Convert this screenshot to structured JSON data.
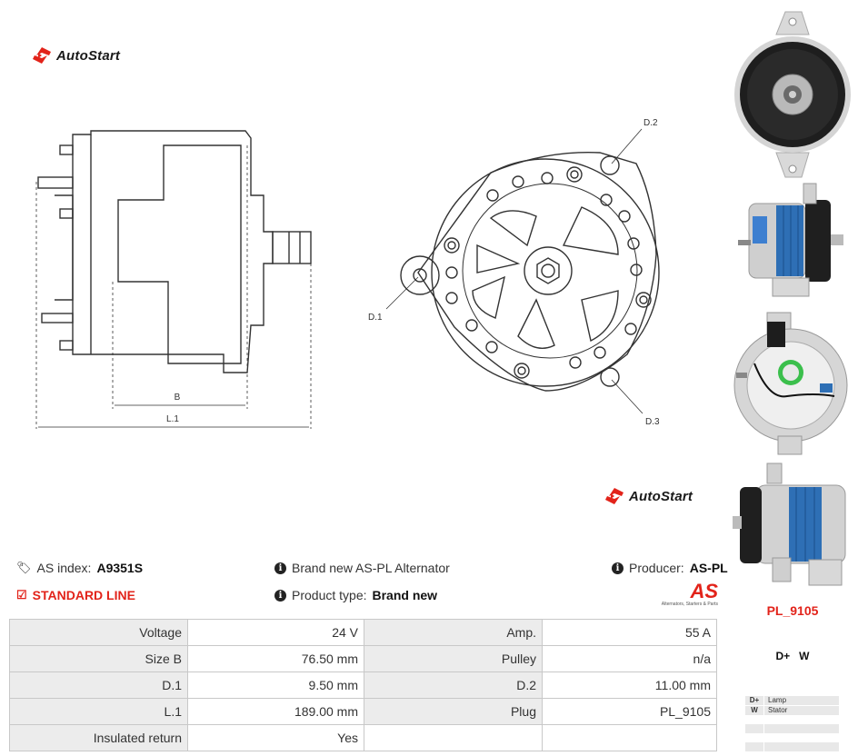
{
  "brand": {
    "name": "AutoStart"
  },
  "drawing_labels": {
    "b": "B",
    "l1": "L.1",
    "d1": "D.1",
    "d2": "D.2",
    "d3": "D.3"
  },
  "info": {
    "as_index_label": "AS index:",
    "as_index_value": "A9351S",
    "line": "STANDARD LINE",
    "description": "Brand new AS-PL Alternator",
    "product_type_label": "Product type:",
    "product_type_value": "Brand new",
    "producer_label": "Producer:",
    "producer_value": "AS-PL",
    "logo_text": "AS",
    "logo_tagline": "Alternators, Starters & Parts"
  },
  "specs": [
    [
      "Voltage",
      "24 V",
      "Amp.",
      "55 A"
    ],
    [
      "Size B",
      "76.50 mm",
      "Pulley",
      "n/a"
    ],
    [
      "D.1",
      "9.50 mm",
      "D.2",
      "11.00 mm"
    ],
    [
      "L.1",
      "189.00 mm",
      "Plug",
      "PL_9105"
    ],
    [
      "Insulated return",
      "Yes",
      "",
      ""
    ]
  ],
  "sidebar": {
    "plug_code": "PL_9105",
    "pins": "D+   W",
    "legend": [
      {
        "key": "D+",
        "value": "Lamp"
      },
      {
        "key": "W",
        "value": "Stator"
      },
      {
        "key": "",
        "value": ""
      },
      {
        "key": "",
        "value": ""
      }
    ]
  },
  "colors": {
    "accent": "#e2231a",
    "table_label_bg": "#ececec",
    "border": "#c8c8c8"
  }
}
